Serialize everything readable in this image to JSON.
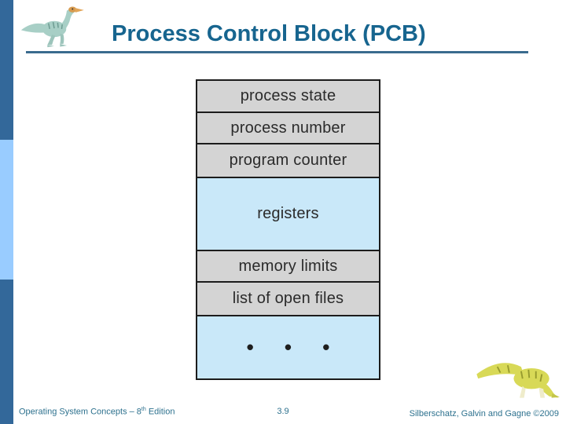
{
  "header": {
    "title": "Process Control Block (PCB)"
  },
  "diagram": {
    "rows": [
      {
        "label": "process state",
        "variant": "gray"
      },
      {
        "label": "process number",
        "variant": "gray"
      },
      {
        "label": "program counter",
        "variant": "gray"
      },
      {
        "label": "registers",
        "variant": "blue"
      },
      {
        "label": "memory limits",
        "variant": "gray"
      },
      {
        "label": "list of open files",
        "variant": "gray"
      },
      {
        "label": "• • •",
        "variant": "blue"
      }
    ]
  },
  "footer": {
    "left_prefix": "Operating System Concepts – 8",
    "left_sup": "th",
    "left_suffix": " Edition",
    "page_number": "3.9",
    "right_credit": "Silberschatz, Galvin and Gagne ©2009"
  },
  "icons": {
    "top_left": "dinosaur-logo-icon",
    "bottom_right": "dinosaur-logo-icon"
  },
  "colors": {
    "sidebar_dark": "#33689a",
    "sidebar_light": "#99ccff",
    "title_text": "#17658f",
    "underline": "#3a6b8e",
    "row_gray": "#d4d4d4",
    "row_blue": "#c9e8f9",
    "table_border": "#1c1c1c",
    "table_text": "#2b2b2b",
    "footer_text": "#2d718e"
  }
}
